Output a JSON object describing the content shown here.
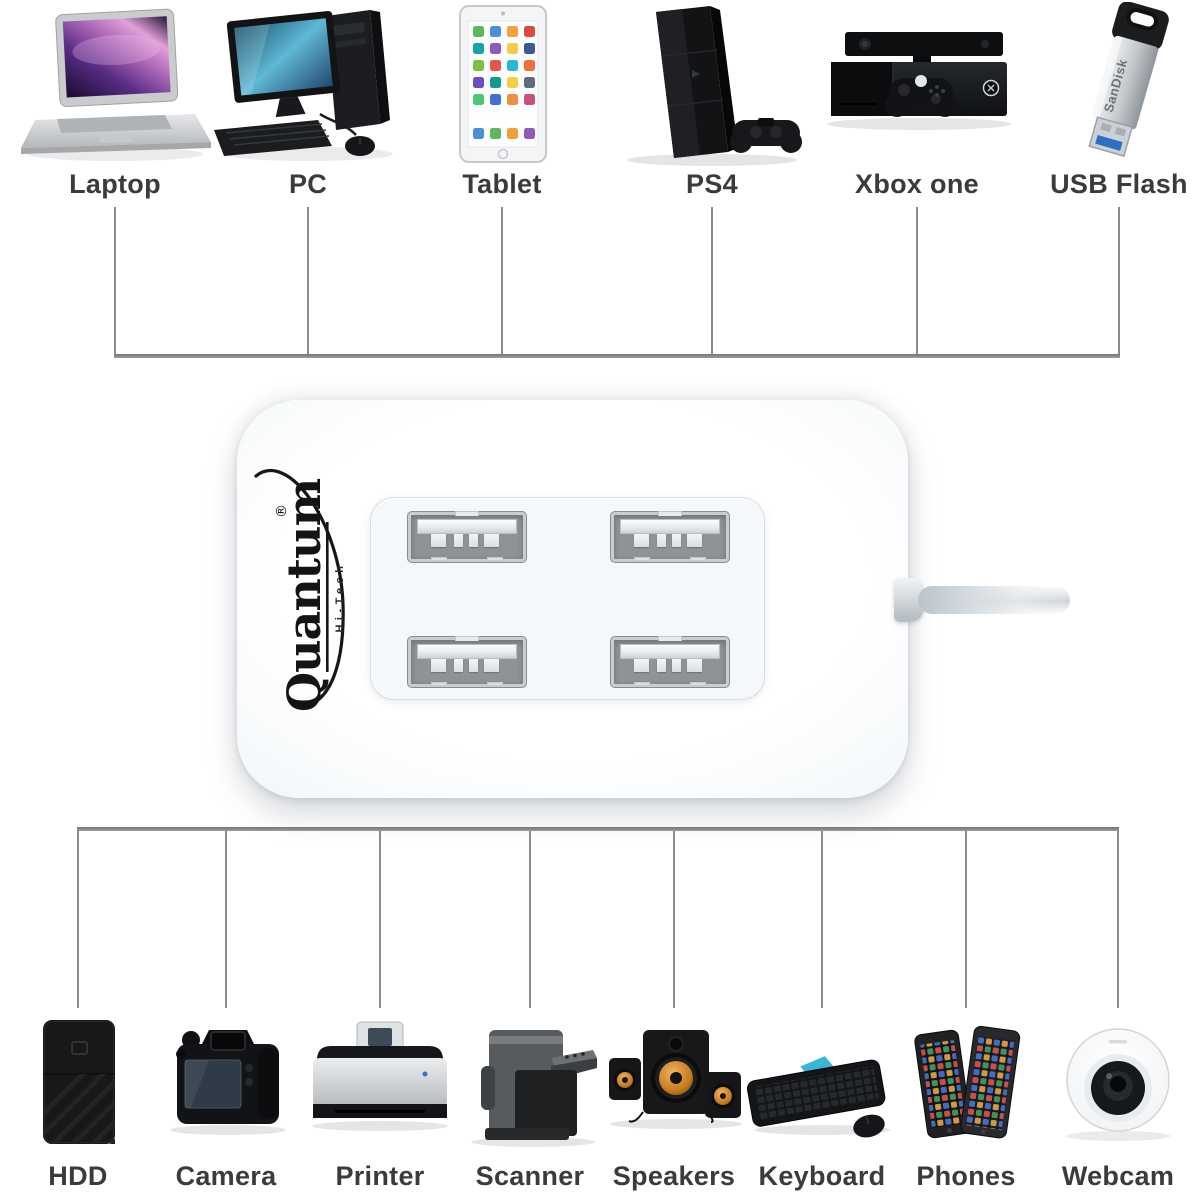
{
  "top_devices": [
    {
      "id": "laptop",
      "label": "Laptop"
    },
    {
      "id": "pc",
      "label": "PC"
    },
    {
      "id": "tablet",
      "label": "Tablet"
    },
    {
      "id": "ps4",
      "label": "PS4"
    },
    {
      "id": "xbox-one",
      "label": "Xbox one"
    },
    {
      "id": "usb-flash",
      "label": "USB Flash",
      "brand_text": "SanDisk"
    }
  ],
  "bottom_devices": [
    {
      "id": "hdd",
      "label": "HDD"
    },
    {
      "id": "camera",
      "label": "Camera"
    },
    {
      "id": "printer",
      "label": "Printer"
    },
    {
      "id": "scanner",
      "label": "Scanner"
    },
    {
      "id": "speakers",
      "label": "Speakers"
    },
    {
      "id": "keyboard",
      "label": "Keyboard"
    },
    {
      "id": "phones",
      "label": "Phones"
    },
    {
      "id": "webcam",
      "label": "Webcam"
    }
  ],
  "hub": {
    "brand": "Quantum",
    "sub_brand": "Hi-Tech",
    "registered_mark": "®",
    "port_count": 4
  },
  "colors": {
    "background": "#ffffff",
    "label_text": "#3b3b3b",
    "connector_line": "#888c8f",
    "hub_body_edge": "#d9e1e8",
    "port_gray": "#8e9398",
    "speaker_cone_orange": "#c67a1e",
    "usb_tongue_blue": "#2f6fc2"
  }
}
